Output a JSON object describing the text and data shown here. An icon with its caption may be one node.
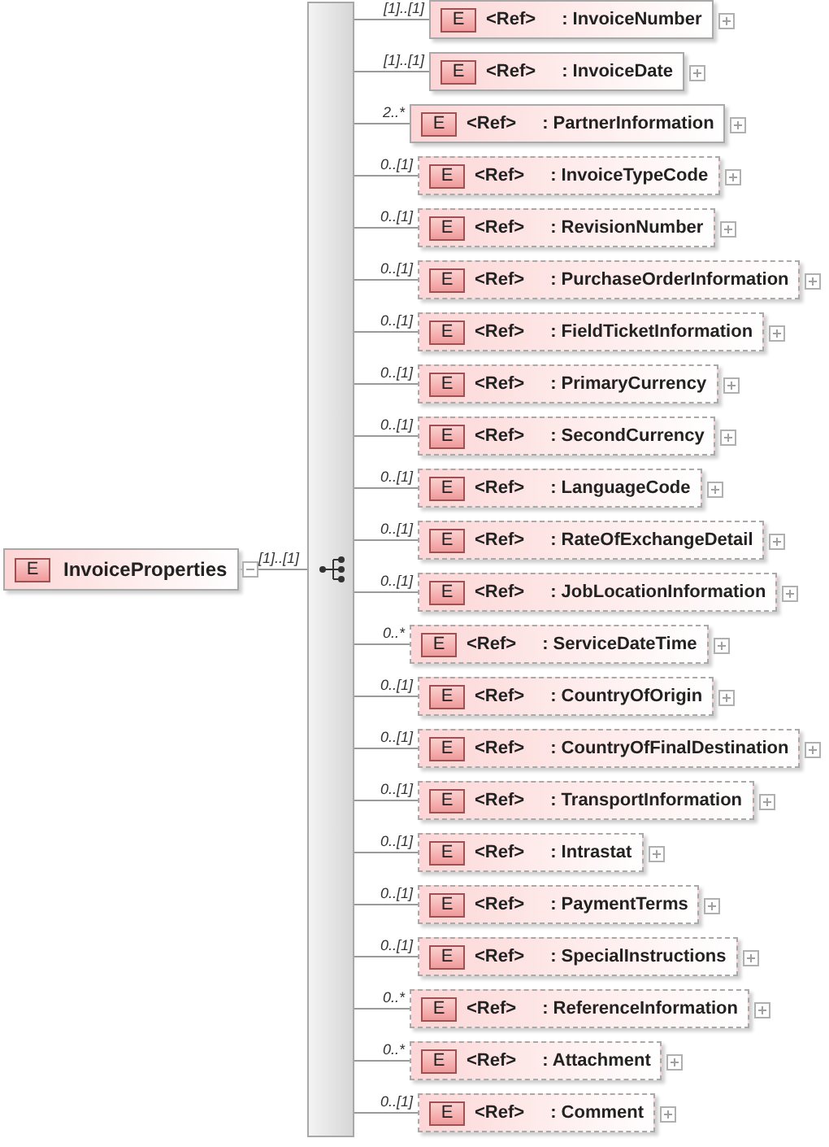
{
  "diagram": {
    "nodes": [
      {
        "text": [
          "E",
          "InvoiceProperties"
        ]
      },
      {
        "text": [],
        "shape": "bar"
      },
      {
        "text": [
          "E",
          "<Ref>",
          ": InvoiceNumber"
        ]
      },
      {
        "text": [
          "E",
          "<Ref>",
          ": InvoiceDate"
        ]
      },
      {
        "text": [
          "E",
          "<Ref>",
          ": PartnerInformation"
        ]
      },
      {
        "text": [
          "E",
          "<Ref>",
          ": InvoiceTypeCode"
        ]
      },
      {
        "text": [
          "E",
          "<Ref>",
          ": RevisionNumber"
        ]
      },
      {
        "text": [
          "E",
          "<Ref>",
          ": PurchaseOrderInformation"
        ]
      },
      {
        "text": [
          "E",
          "<Ref>",
          ": FieldTicketInformation"
        ]
      },
      {
        "text": [
          "E",
          "<Ref>",
          ": PrimaryCurrency"
        ]
      },
      {
        "text": [
          "E",
          "<Ref>",
          ": SecondCurrency"
        ]
      },
      {
        "text": [
          "E",
          "<Ref>",
          ": LanguageCode"
        ]
      },
      {
        "text": [
          "E",
          "<Ref>",
          ": RateOfExchangeDetail"
        ]
      },
      {
        "text": [
          "E",
          "<Ref>",
          ": JobLocationInformation"
        ]
      },
      {
        "text": [
          "E",
          "<Ref>",
          ": ServiceDateTime"
        ]
      },
      {
        "text": [
          "E",
          "<Ref>",
          ": CountryOfOrigin"
        ]
      },
      {
        "text": [
          "E",
          "<Ref>",
          ": CountryOfFinalDestination"
        ]
      },
      {
        "text": [
          "E",
          "<Ref>",
          ": TransportInformation"
        ]
      },
      {
        "text": [
          "E",
          "<Ref>",
          ": Intrastat"
        ]
      },
      {
        "text": [
          "E",
          "<Ref>",
          ": PaymentTerms"
        ]
      },
      {
        "text": [
          "E",
          "<Ref>",
          ": SpecialInstructions"
        ]
      },
      {
        "text": [
          "E",
          "<Ref>",
          ": ReferenceInformation"
        ]
      },
      {
        "text": [
          "E",
          "<Ref>",
          ": Attachment"
        ]
      },
      {
        "text": [
          "E",
          "<Ref>",
          ": Comment"
        ]
      }
    ],
    "edges": [
      {
        "from": 0,
        "to": 1,
        "arrow": "none",
        "label": "[1]..[1]"
      },
      {
        "from": 1,
        "to": 2,
        "arrow": "none",
        "label": "[1]..[1]"
      },
      {
        "from": 1,
        "to": 3,
        "arrow": "none",
        "label": "[1]..[1]"
      },
      {
        "from": 1,
        "to": 4,
        "arrow": "none",
        "label": "2..*"
      },
      {
        "from": 1,
        "to": 5,
        "arrow": "none",
        "label": "0..[1]"
      },
      {
        "from": 1,
        "to": 6,
        "arrow": "none",
        "label": "0..[1]"
      },
      {
        "from": 1,
        "to": 7,
        "arrow": "none",
        "label": "0..[1]"
      },
      {
        "from": 1,
        "to": 8,
        "arrow": "none",
        "label": "0..[1]"
      },
      {
        "from": 1,
        "to": 9,
        "arrow": "none",
        "label": "0..[1]"
      },
      {
        "from": 1,
        "to": 10,
        "arrow": "none",
        "label": "0..[1]"
      },
      {
        "from": 1,
        "to": 11,
        "arrow": "none",
        "label": "0..[1]"
      },
      {
        "from": 1,
        "to": 12,
        "arrow": "none",
        "label": "0..[1]"
      },
      {
        "from": 1,
        "to": 13,
        "arrow": "none",
        "label": "0..[1]"
      },
      {
        "from": 1,
        "to": 14,
        "arrow": "none",
        "label": "0..*"
      },
      {
        "from": 1,
        "to": 15,
        "arrow": "none",
        "label": "0..[1]"
      },
      {
        "from": 1,
        "to": 16,
        "arrow": "none",
        "label": "0..[1]"
      },
      {
        "from": 1,
        "to": 17,
        "arrow": "none",
        "label": "0..[1]"
      },
      {
        "from": 1,
        "to": 18,
        "arrow": "none",
        "label": "0..[1]"
      },
      {
        "from": 1,
        "to": 19,
        "arrow": "none",
        "label": "0..[1]"
      },
      {
        "from": 1,
        "to": 20,
        "arrow": "none",
        "label": "0..[1]"
      },
      {
        "from": 1,
        "to": 21,
        "arrow": "none",
        "label": "0..*"
      },
      {
        "from": 1,
        "to": 22,
        "arrow": "none",
        "label": "0..*"
      },
      {
        "from": 1,
        "to": 23,
        "arrow": "none",
        "label": "0..[1]"
      }
    ]
  }
}
